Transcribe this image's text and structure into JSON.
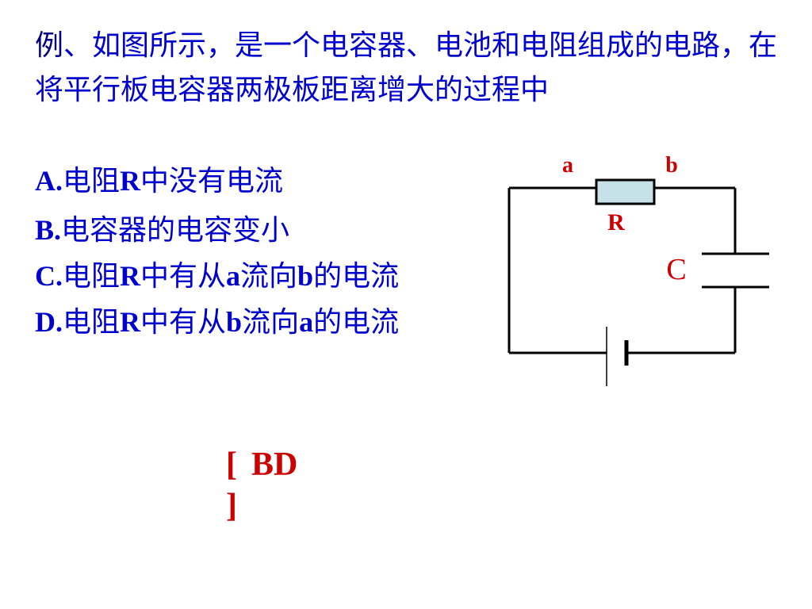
{
  "question": {
    "first_char": "例",
    "text": "、如图所示，是一个电容器、电池和电阻组成的电路，在将平行板电容器两极板距离增大的过程中"
  },
  "options": [
    {
      "letter": "A.",
      "parts": [
        "电阻",
        "R",
        "中没有电流"
      ]
    },
    {
      "letter": "B.",
      "parts": [
        "电容器的电容变小"
      ]
    },
    {
      "letter": "C.",
      "parts": [
        "电阻",
        "R",
        "中有从",
        "a",
        "流向",
        "b",
        "的电流"
      ]
    },
    {
      "letter": "D.",
      "parts": [
        "电阻",
        "R",
        "中有从",
        "b",
        "流向",
        "a",
        "的电流"
      ]
    }
  ],
  "circuit": {
    "label_a": "a",
    "label_b": "b",
    "label_r": "R",
    "label_c": "C",
    "wire_color": "#000000",
    "resistor_fill": "#c6e2e8",
    "label_color": "#cc0000"
  },
  "answer": {
    "open_bracket": "[",
    "value": "BD",
    "close_bracket": "]"
  },
  "colors": {
    "question_text": "#0000cc",
    "answer_text": "#cc0000"
  }
}
